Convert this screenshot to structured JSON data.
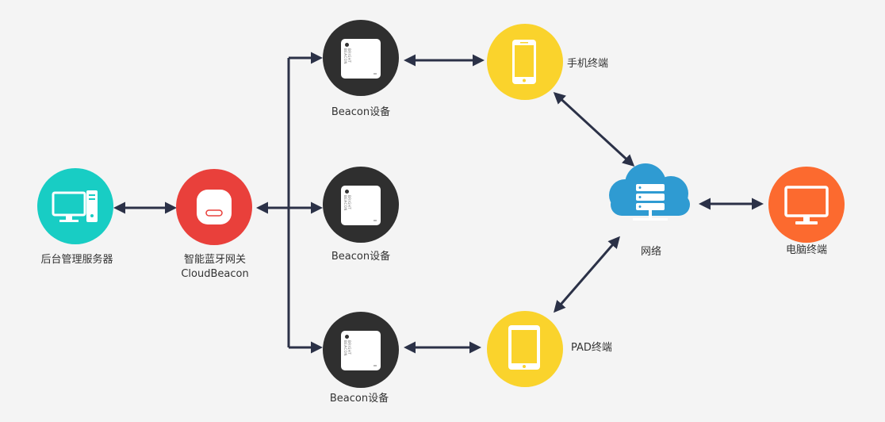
{
  "colors": {
    "background": "#f4f4f4",
    "connector": "#2b3147",
    "server_circle": "#18cdc4",
    "gateway_circle": "#e9403b",
    "beacon_circle": "#2f2f2f",
    "mobile_circle": "#fad32c",
    "network_cloud": "#2f9bd2",
    "pc_circle": "#fc6a2f"
  },
  "nodes": {
    "server": {
      "label": "后台管理服务器",
      "icon": "desktop-computer-icon"
    },
    "gateway": {
      "label_line1": "智能蓝牙网关",
      "label_line2": "CloudBeacon",
      "icon": "gateway-router-icon"
    },
    "beacon_top": {
      "label": "Beacon设备",
      "icon": "beacon-device-icon"
    },
    "beacon_middle": {
      "label": "Beacon设备",
      "icon": "beacon-device-icon"
    },
    "beacon_bottom": {
      "label": "Beacon设备",
      "icon": "beacon-device-icon"
    },
    "phone": {
      "label": "手机终端",
      "icon": "smartphone-icon"
    },
    "pad": {
      "label": "PAD终端",
      "icon": "tablet-icon"
    },
    "network": {
      "label": "网络",
      "icon": "cloud-server-icon"
    },
    "pc": {
      "label": "电脑终端",
      "icon": "monitor-icon"
    }
  },
  "connections": [
    {
      "from": "server",
      "to": "gateway",
      "style": "bidirectional"
    },
    {
      "from": "gateway",
      "to": "beacon_top",
      "style": "arrow"
    },
    {
      "from": "gateway",
      "to": "beacon_middle",
      "style": "arrow"
    },
    {
      "from": "gateway",
      "to": "beacon_bottom",
      "style": "arrow"
    },
    {
      "from": "beacon_top",
      "to": "phone",
      "style": "bidirectional"
    },
    {
      "from": "beacon_bottom",
      "to": "pad",
      "style": "bidirectional"
    },
    {
      "from": "phone",
      "to": "network",
      "style": "bidirectional"
    },
    {
      "from": "pad",
      "to": "network",
      "style": "bidirectional"
    },
    {
      "from": "network",
      "to": "pc",
      "style": "bidirectional"
    }
  ]
}
